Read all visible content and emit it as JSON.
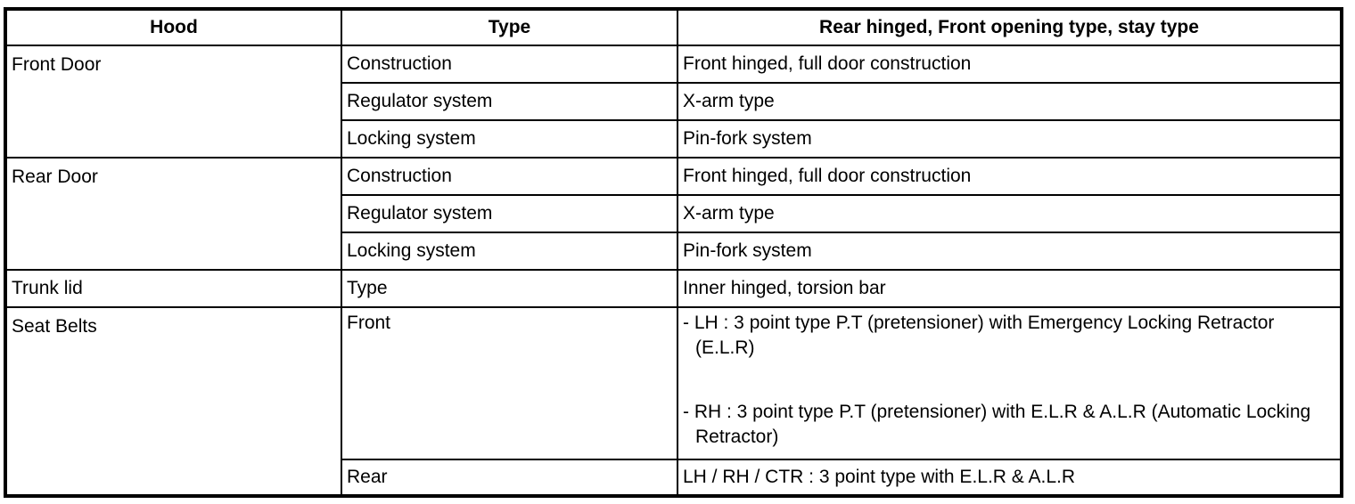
{
  "colors": {
    "border": "#000000",
    "text": "#000000",
    "background": "#ffffff"
  },
  "table": {
    "header": {
      "item": "Hood",
      "type": "Type",
      "spec": "Rear hinged, Front opening type, stay type"
    },
    "front_door": {
      "label": "Front Door",
      "rows": [
        {
          "type": "Construction",
          "spec": "Front hinged, full door construction"
        },
        {
          "type": "Regulator system",
          "spec": "X-arm type"
        },
        {
          "type": "Locking system",
          "spec": "Pin-fork system"
        }
      ]
    },
    "rear_door": {
      "label": "Rear Door",
      "rows": [
        {
          "type": "Construction",
          "spec": "Front hinged, full door construction"
        },
        {
          "type": "Regulator system",
          "spec": "X-arm type"
        },
        {
          "type": "Locking system",
          "spec": "Pin-fork system"
        }
      ]
    },
    "trunk_lid": {
      "label": "Trunk lid",
      "rows": [
        {
          "type": "Type",
          "spec": "Inner hinged, torsion bar"
        }
      ]
    },
    "seat_belts": {
      "label": "Seat Belts",
      "front": {
        "type": "Front",
        "bullets": [
          "- LH : 3 point type P.T (pretensioner) with Emergency Locking Retractor (E.L.R)",
          "- RH : 3 point type P.T (pretensioner) with E.L.R & A.L.R (Automatic Locking Retractor)"
        ]
      },
      "rear": {
        "type": "Rear",
        "spec": "LH / RH / CTR : 3 point type with E.L.R & A.L.R"
      }
    }
  }
}
